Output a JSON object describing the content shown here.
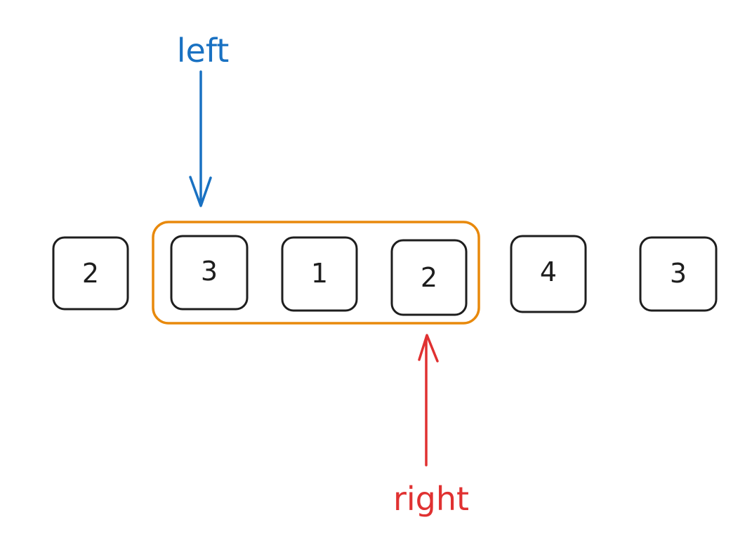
{
  "array": {
    "cells": [
      {
        "value": "2"
      },
      {
        "value": "3"
      },
      {
        "value": "1"
      },
      {
        "value": "2"
      },
      {
        "value": "4"
      },
      {
        "value": "3"
      }
    ]
  },
  "window": {
    "start_index": 1,
    "end_index": 3,
    "color": "#e8890c"
  },
  "pointers": {
    "left": {
      "label": "left",
      "index": 1,
      "color": "#1971c2"
    },
    "right": {
      "label": "right",
      "index": 3,
      "color": "#e03131"
    }
  }
}
